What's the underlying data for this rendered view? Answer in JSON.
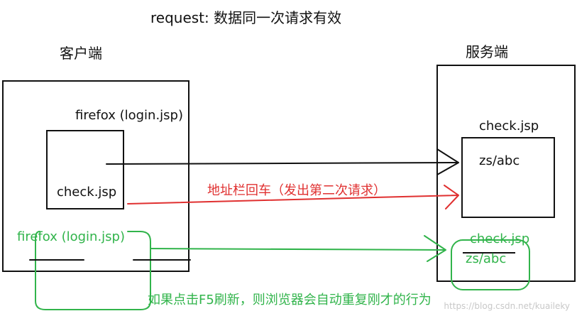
{
  "title": "request: 数据同一次请求有效",
  "client": {
    "label": "客户端",
    "browser_label": "firefox (login.jsp)",
    "inner_label": "check.jsp"
  },
  "server": {
    "label": "服务端",
    "resource_label": "check.jsp",
    "data_label": "zs/abc"
  },
  "arrows": {
    "red_label": "地址栏回车（发出第二次请求）"
  },
  "green": {
    "browser_label": "firefox (login.jsp)",
    "resource_label": "check.jsp",
    "data_label": "zs/abc",
    "note": "如果点击F5刷新，则浏览器会自动重复刚才的行为"
  },
  "watermark": "https://blog.csdn.net/kuaileky",
  "colors": {
    "ink": "#111111",
    "red": "#e03030",
    "green": "#31b44b",
    "watermark": "#c8c8c8"
  }
}
